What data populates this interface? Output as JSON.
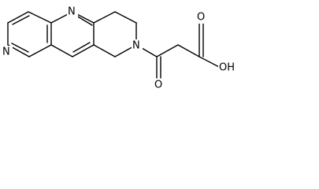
{
  "molecule": {
    "atoms": {
      "n_pyridine": "N",
      "n_quinoline": "N",
      "n_amide": "N",
      "o_ketone": "O",
      "o_carbonyl": "O",
      "oh": "OH"
    }
  }
}
